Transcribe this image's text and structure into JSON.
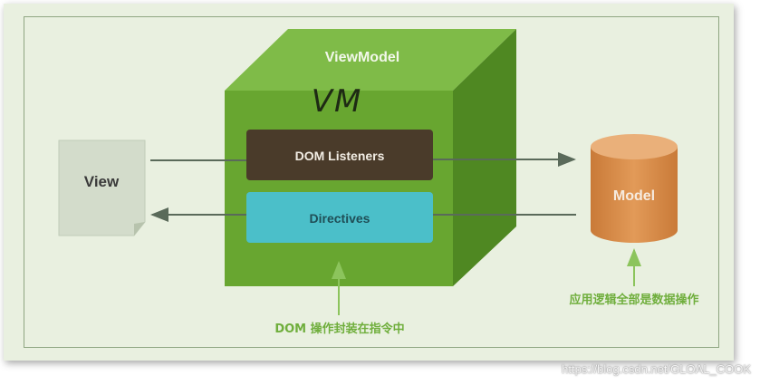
{
  "diagram": {
    "viewmodel_label": "ViewModel",
    "vm_handwriting": "VM",
    "dom_listeners_label": "DOM Listeners",
    "directives_label": "Directives",
    "view_label": "View",
    "model_label": "Model",
    "dom_caption": "DOM 操作封装在指令中",
    "model_caption": "应用逻辑全部是数据操作"
  },
  "watermark": "https://blog.csdn.net/GLOAL_COOK",
  "colors": {
    "cube_front": "#68a630",
    "cube_top": "#7fbb48",
    "cube_side": "#4f8822",
    "dom_listeners_box": "#4a3b2a",
    "directives_box": "#4bbfc9",
    "model_cylinder": "#d98d4a",
    "caption_green": "#6fae3c",
    "arrow": "#5a6a5a"
  }
}
